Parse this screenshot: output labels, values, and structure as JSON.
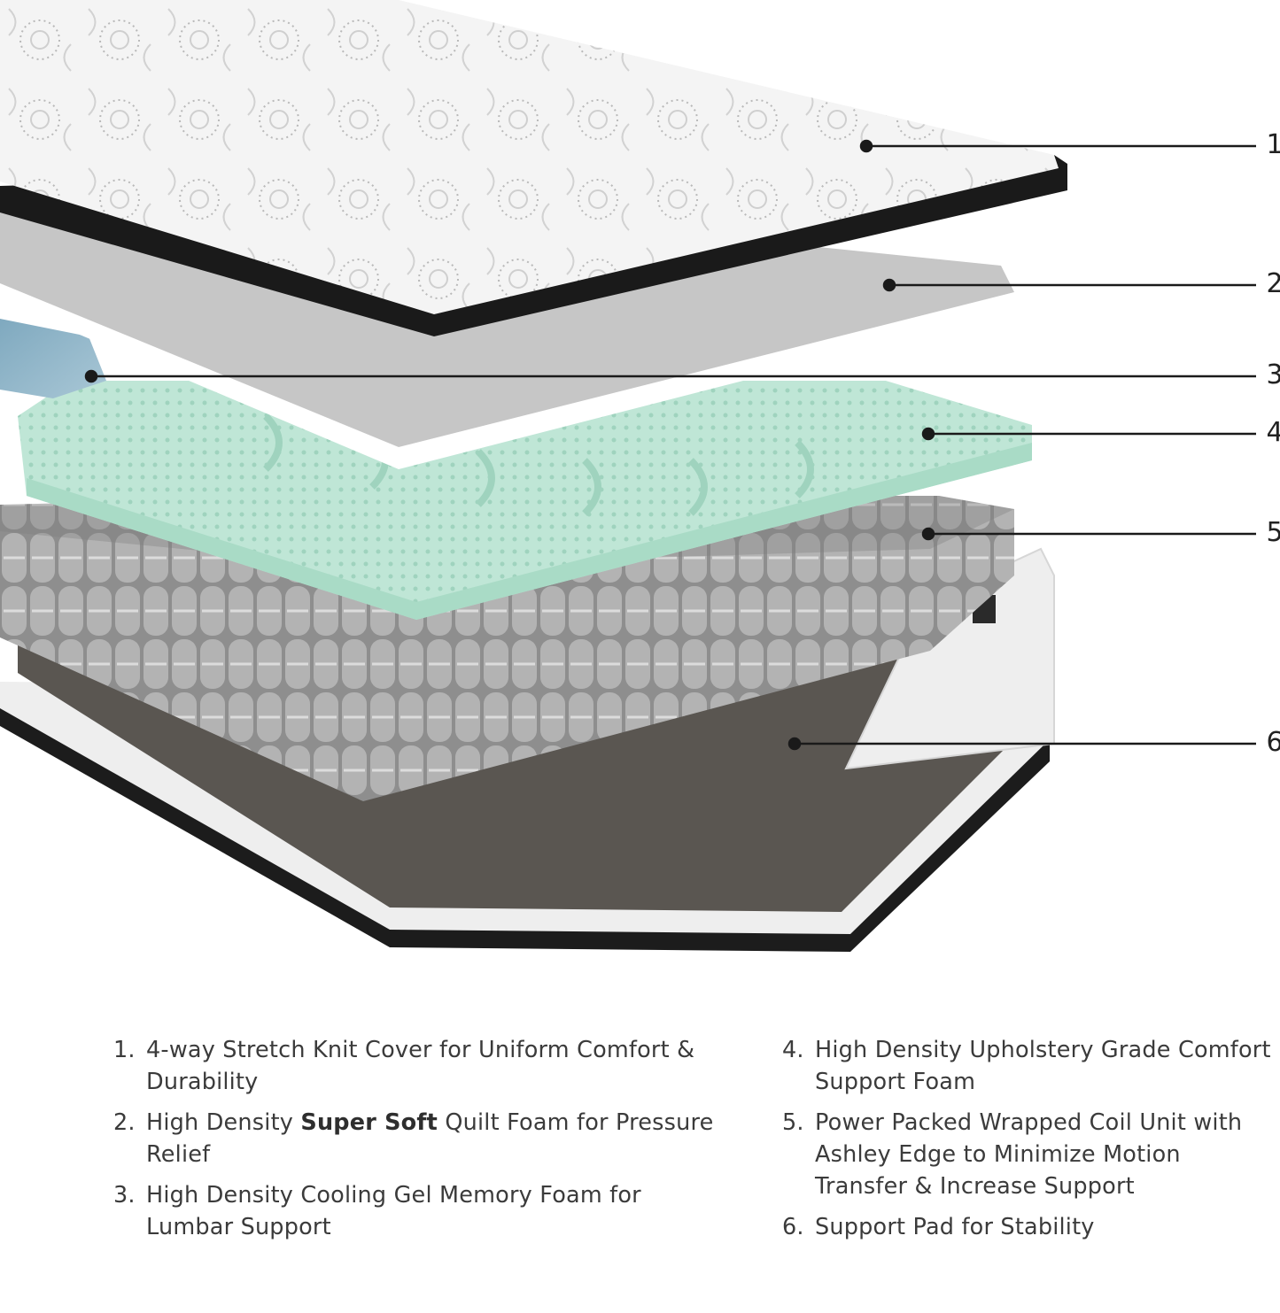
{
  "callouts": [
    {
      "number": "1"
    },
    {
      "number": "2"
    },
    {
      "number": "3"
    },
    {
      "number": "4"
    },
    {
      "number": "5"
    },
    {
      "number": "6"
    }
  ],
  "features": [
    {
      "number": "1.",
      "text": "4-way Stretch Knit Cover for Uniform Comfort & Durability"
    },
    {
      "number": "2.",
      "before": "High Density ",
      "bold": "Super Soft",
      "after": " Quilt Foam for Pressure Relief"
    },
    {
      "number": "3.",
      "text": "High Density Cooling Gel Memory Foam for Lumbar Support"
    },
    {
      "number": "4.",
      "text": "High Density Upholstery Grade Comfort Support Foam"
    },
    {
      "number": "5.",
      "text": "Power Packed Wrapped Coil Unit with Ashley Edge to Minimize Motion Transfer & Increase Support"
    },
    {
      "number": "6.",
      "text": "Support Pad for Stability"
    }
  ],
  "colors": {
    "knit_cover": "#f2f2f2",
    "cover_edge": "#1a1a1a",
    "quilt_foam": "#c6c6c6",
    "gel_foam": "#8fb3c6",
    "comfort_foam": "#bfe6d6",
    "coils": "#9a9a9a",
    "support_pad": "#5a5651",
    "edge_panel": "#eeeeee"
  }
}
